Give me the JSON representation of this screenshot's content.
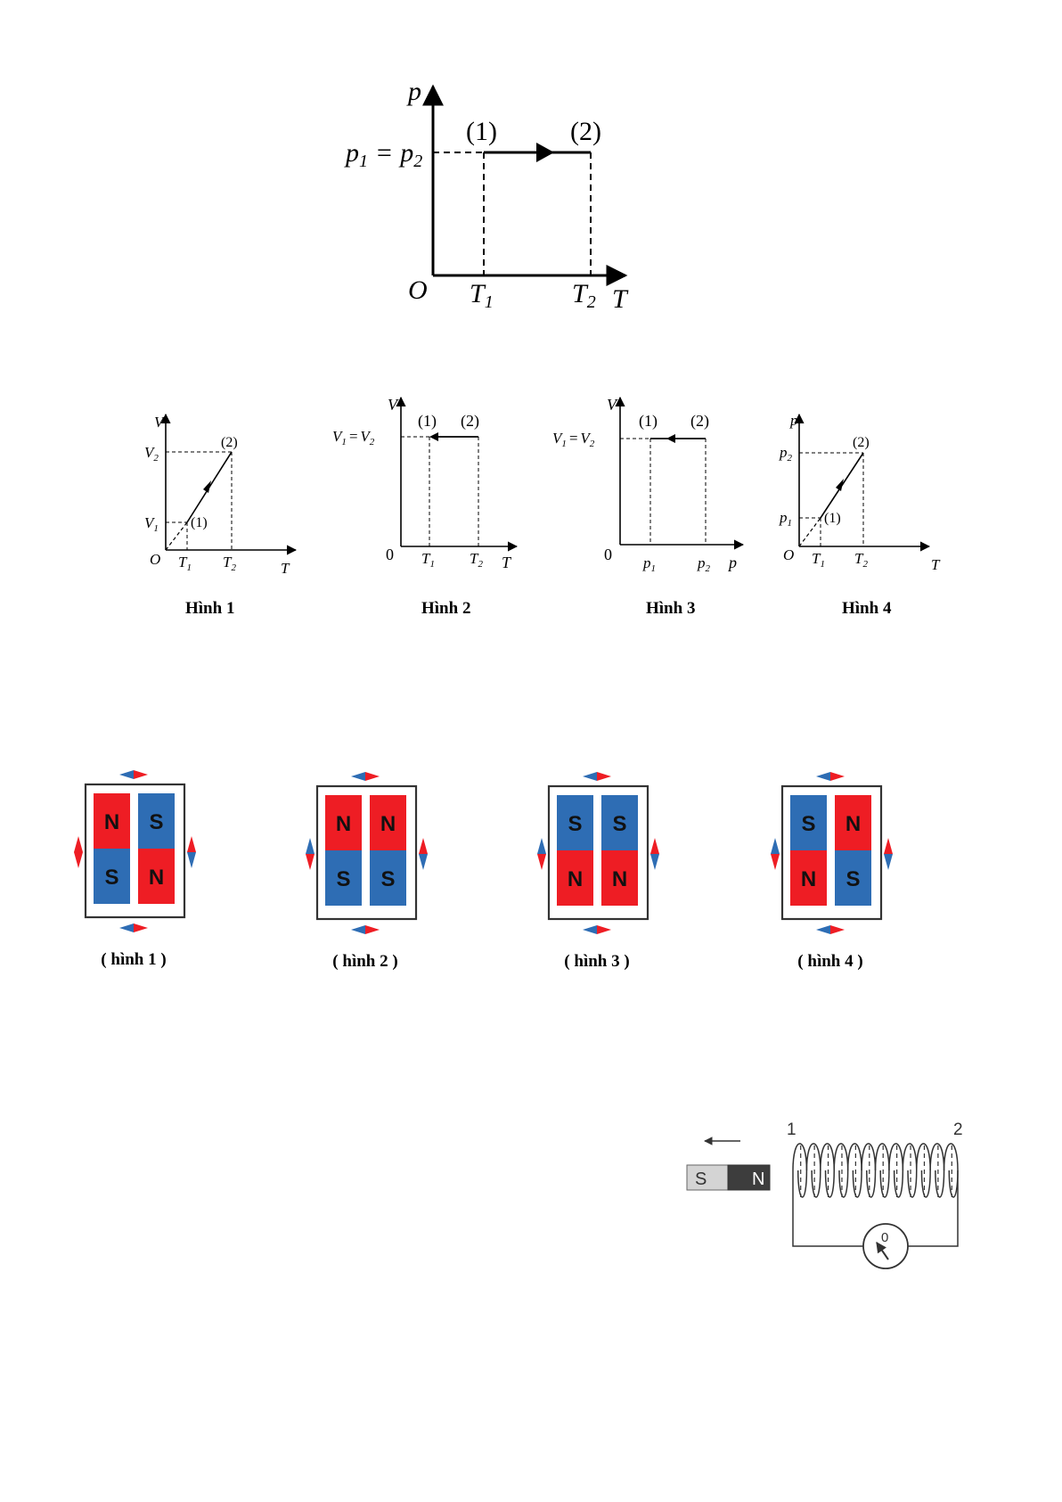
{
  "main_graph": {
    "axis_y": "p",
    "axis_x": "T",
    "origin": "O",
    "y_value_label": "p",
    "y_sub1": "1",
    "y_eq": "=",
    "y_sub2": "2",
    "state1": "(1)",
    "state2": "(2)",
    "tick1": "T",
    "tick1_sub": "1",
    "tick2": "T",
    "tick2_sub": "2"
  },
  "graphs": [
    {
      "caption": "Hình 1",
      "axis_y": "V",
      "axis_x": "T",
      "origin": "O",
      "y_hi": "V",
      "y_hi_sub": "2",
      "y_lo": "V",
      "y_lo_sub": "1",
      "x_lo": "T",
      "x_lo_sub": "1",
      "x_hi": "T",
      "x_hi_sub": "2",
      "state1": "(1)",
      "state2": "(2)"
    },
    {
      "caption": "Hình 2",
      "axis_y": "V",
      "axis_x": "T",
      "origin": "0",
      "y_left": "V",
      "y_left_sub": "1",
      "y_eq": "=",
      "y_right": "V",
      "y_right_sub": "2",
      "x_lo": "T",
      "x_lo_sub": "1",
      "x_hi": "T",
      "x_hi_sub": "2",
      "state1": "(1)",
      "state2": "(2)"
    },
    {
      "caption": "Hình 3",
      "axis_y": "V",
      "axis_x": "p",
      "origin": "0",
      "y_left": "V",
      "y_left_sub": "1",
      "y_eq": "=",
      "y_right": "V",
      "y_right_sub": "2",
      "x_lo": "p",
      "x_lo_sub": "1",
      "x_hi": "p",
      "x_hi_sub": "2",
      "state1": "(1)",
      "state2": "(2)"
    },
    {
      "caption": "Hình 4",
      "axis_y": "p",
      "axis_x": "T",
      "origin": "O",
      "y_hi": "p",
      "y_hi_sub": "2",
      "y_lo": "p",
      "y_lo_sub": "1",
      "x_lo": "T",
      "x_lo_sub": "1",
      "x_hi": "T",
      "x_hi_sub": "2",
      "state1": "(1)",
      "state2": "(2)"
    }
  ],
  "magnets": [
    {
      "caption": "( hình 1 )",
      "tl": "N",
      "tr": "S",
      "bl": "S",
      "br": "N"
    },
    {
      "caption": "( hình 2 )",
      "tl": "N",
      "tr": "N",
      "bl": "S",
      "br": "S"
    },
    {
      "caption": "( hình 3 )",
      "tl": "S",
      "tr": "S",
      "bl": "N",
      "br": "N"
    },
    {
      "caption": "( hình 4 )",
      "tl": "S",
      "tr": "N",
      "bl": "N",
      "br": "S"
    }
  ],
  "coil": {
    "end1": "1",
    "end2": "2",
    "magnet_s": "S",
    "magnet_n": "N",
    "galvanometer_zero": "0"
  },
  "colors": {
    "north": "#ee1d24",
    "south": "#2e6db4",
    "magnet_s_fill": "#d4d4d4",
    "magnet_n_fill": "#3d3d3d"
  }
}
